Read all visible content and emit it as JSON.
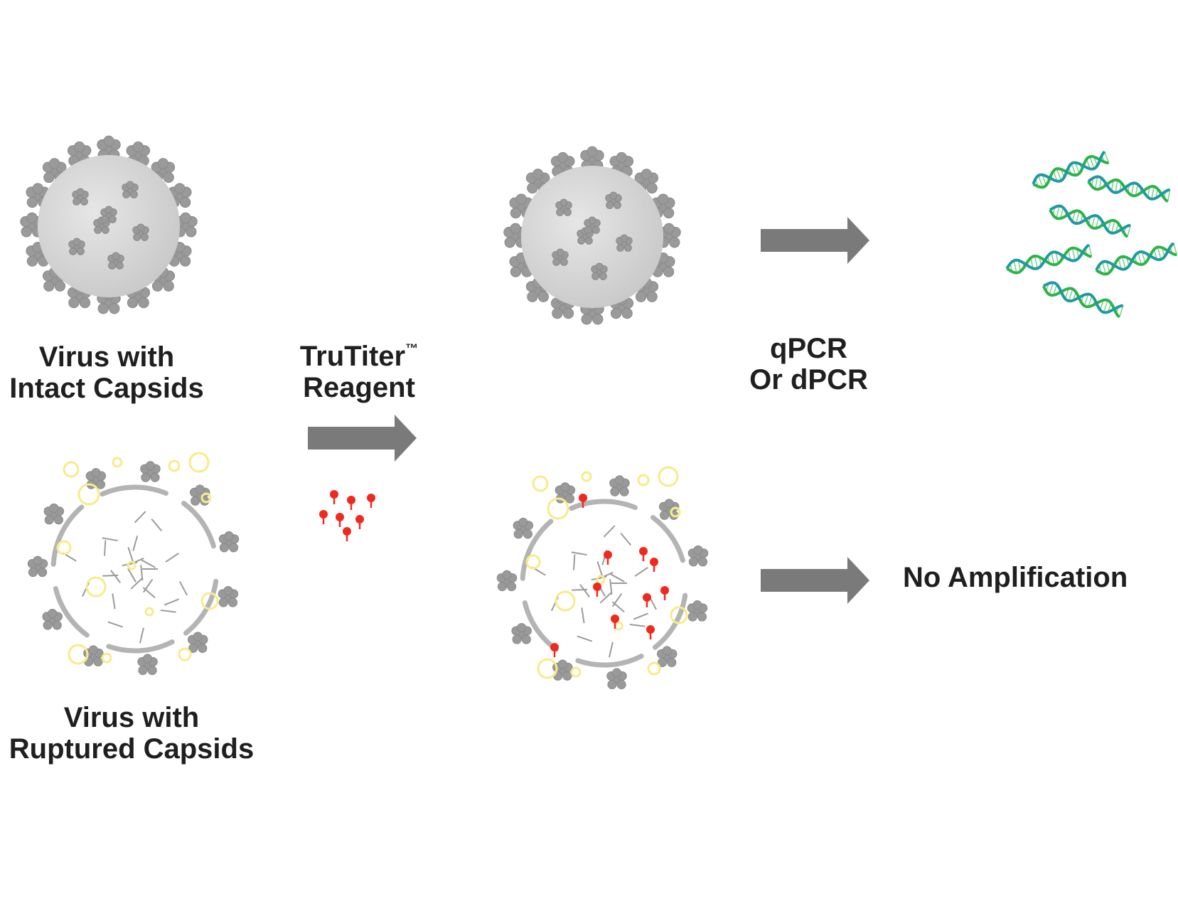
{
  "labels": {
    "intact": [
      "Virus with",
      "Intact Capsids"
    ],
    "ruptured": [
      "Virus with",
      "Ruptured Capsids"
    ],
    "reagent_name": "TruTiter",
    "reagent_mark": "™",
    "reagent_word": "Reagent",
    "pcr": [
      "qPCR",
      "Or dPCR"
    ],
    "no_amp": "No Amplification"
  },
  "colors": {
    "virus_body": "#c9c9c9",
    "spike": "#9a9a9a",
    "arrow": "#7a7a7a",
    "probe": "#ee2a1f",
    "debris": "#f6ec8a",
    "dna_a": "#2db34a",
    "dna_b": "#1f9aa0"
  },
  "icons": [
    "intact-virus-icon",
    "ruptured-virus-icon",
    "reagent-probes-icon",
    "dna-strands-icon",
    "arrow-icon"
  ]
}
